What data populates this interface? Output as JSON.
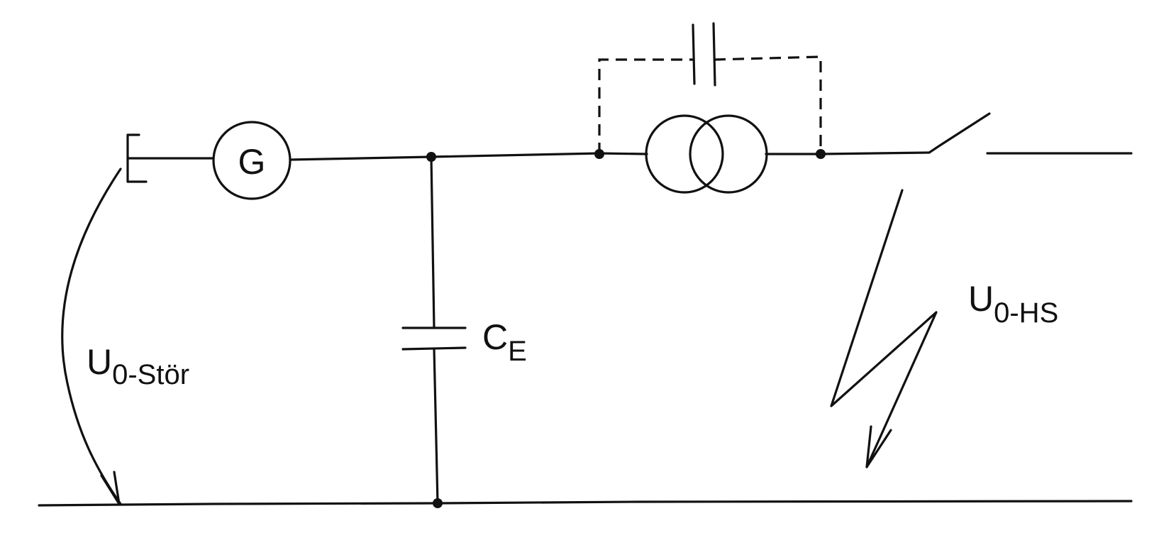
{
  "labels": {
    "generator": "G",
    "capacitor_main": "C",
    "capacitor_sub": "E",
    "u_stoer_main": "U",
    "u_stoer_sub": "0-Stör",
    "u_hs_main": "U",
    "u_hs_sub": "0-HS"
  },
  "colors": {
    "line": "#111111",
    "background": "#ffffff"
  }
}
